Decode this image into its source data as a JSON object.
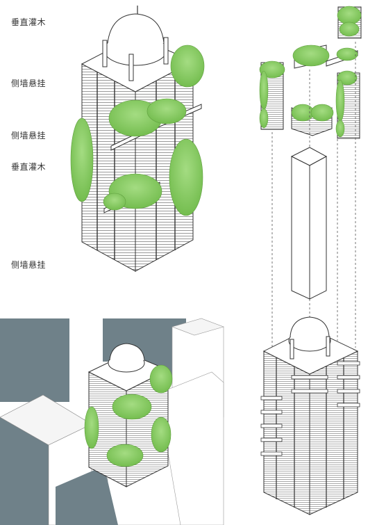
{
  "labels": {
    "l1": "垂直灌木",
    "l2": "侧墙悬挂",
    "l3": "侧墙悬挂",
    "l4": "垂直灌木",
    "l5": "侧墙悬挂"
  },
  "colors": {
    "foliage": "#8fd16a",
    "foliage_dark": "#6fb84c",
    "context_block": "#6f8189",
    "line": "#333333",
    "wall": "#ffffff"
  }
}
